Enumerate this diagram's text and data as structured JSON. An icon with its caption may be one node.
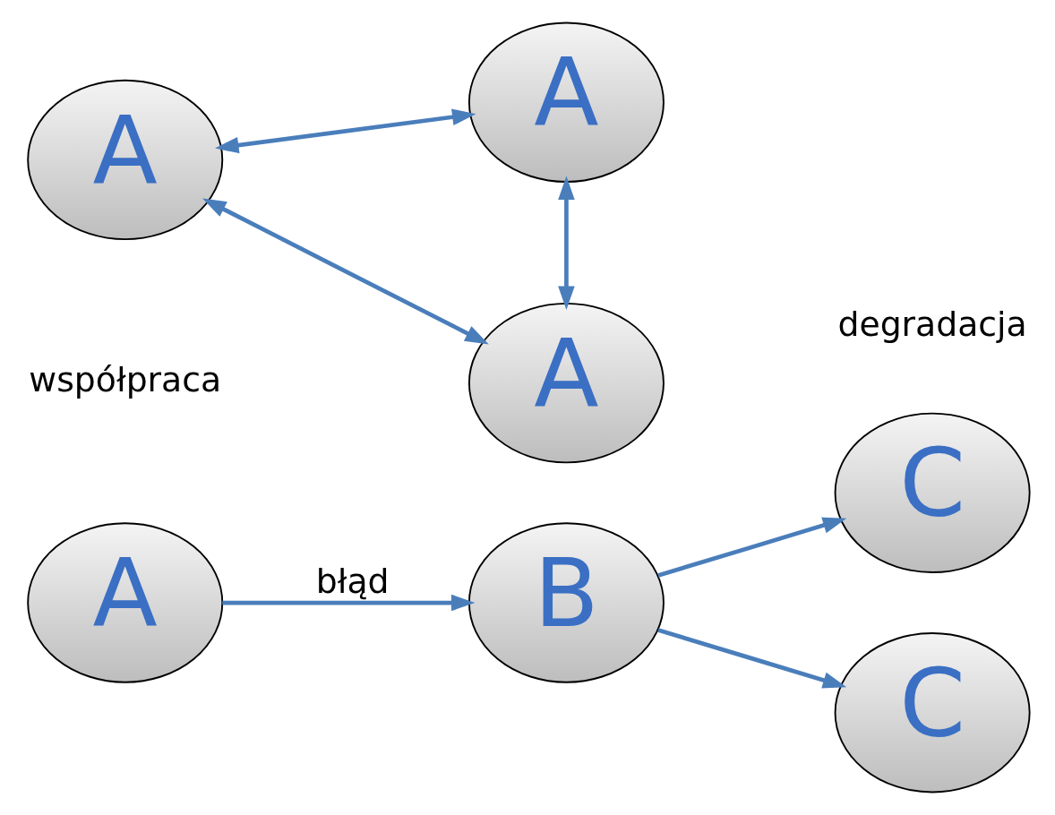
{
  "diagram": {
    "nodes": [
      {
        "text": [
          "A"
        ]
      },
      {
        "text": [
          "B"
        ]
      },
      {
        "text": [
          "C"
        ]
      },
      {
        "text": [
          "C"
        ]
      },
      {
        "text": [
          "A"
        ]
      },
      {
        "text": [
          "A"
        ]
      },
      {
        "text": [
          "A"
        ]
      }
    ],
    "edges": [
      {
        "from": 0,
        "to": 1,
        "arrow": "to",
        "label": "błąd"
      },
      {
        "from": 1,
        "to": 2,
        "arrow": "to"
      },
      {
        "from": 1,
        "to": 3,
        "arrow": "to"
      },
      {
        "from": 4,
        "to": 5,
        "arrow": "both"
      },
      {
        "from": 4,
        "to": 6,
        "arrow": "both"
      },
      {
        "from": 5,
        "to": 6,
        "arrow": "both"
      }
    ],
    "labels": [
      "degradacja",
      "współpraca"
    ]
  }
}
